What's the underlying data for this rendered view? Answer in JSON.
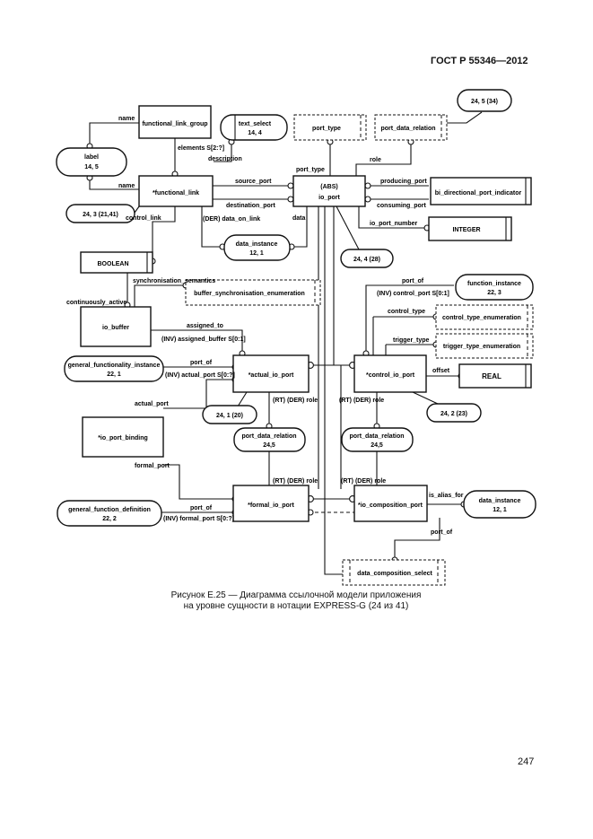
{
  "page": {
    "header": "ГОСТ Р 55346—2012",
    "caption_line1": "Рисунок Е.25 — Диаграмма ссылочной модели приложения",
    "caption_line2": "на уровне сущности в нотации EXPRESS-G (24 из 41)",
    "page_number": "247"
  },
  "entities": {
    "functional_link_group": "functional_link_group",
    "functional_link": "*functional_link",
    "io_port": "io_port",
    "io_port_abs": "(ABS)",
    "bi_directional_port_indicator": "bi_directional_port_indicator",
    "io_buffer": "io_buffer",
    "actual_io_port": "*actual_io_port",
    "control_io_port": "*control_io_port",
    "io_port_binding": "*io_port_binding",
    "formal_io_port": "*formal_io_port",
    "io_composition_port": "*io_composition_port"
  },
  "types": {
    "port_type": "port_type",
    "port_data_relation": "port_data_relation",
    "buffer_synchronisation_enumeration": "buffer_synchronisation_enumeration",
    "control_type_enumeration": "control_type_enumeration",
    "trigger_type_enumeration": "trigger_type_enumeration",
    "data_composition_select": "data_composition_select",
    "text_select": "text_select",
    "text_select_ref": "14, 4"
  },
  "simple_types": {
    "integer": "INTEGER",
    "boolean": "BOOLEAN",
    "real": "REAL"
  },
  "page_refs": {
    "label": "label",
    "label_ref": "14, 5",
    "top_right_ref": "24, 5 (34)",
    "left_ref": "24, 3 (21,41)",
    "data_instance_top": "data_instance",
    "data_instance_top_ref": "12, 1",
    "io_port_ref": "24, 4 (28)",
    "function_instance": "function_instance",
    "function_instance_ref": "22, 3",
    "general_functionality_instance": "general_functionality_instance",
    "general_functionality_instance_ref": "22, 1",
    "actual_ref": "24, 1 (20)",
    "control_ref": "24, 2 (23)",
    "port_data_relation_1": "port_data_relation",
    "port_data_relation_1_ref": "24,5",
    "port_data_relation_2": "port_data_relation",
    "port_data_relation_2_ref": "24,5",
    "general_function_definition": "general_function_definition",
    "general_function_definition_ref": "22, 2",
    "data_instance_right": "data_instance",
    "data_instance_right_ref": "12, 1"
  },
  "relations": {
    "name_1": "name",
    "name_2": "name",
    "elements": "elements S[2:?]",
    "description": "description",
    "source_port": "source_port",
    "destination_port": "destination_port",
    "control_link": "control_link",
    "der_data_on_link": "(DER) data_on_link",
    "data_1": "data",
    "port_type": "port_type",
    "role": "role",
    "producing_port": "producing_port",
    "consuming_port": "consuming_port",
    "io_port_number": "io_port_number",
    "synchronisation_semantics": "synchronisation_semantics",
    "continuously_active": "continuously_active",
    "assigned_to": "assigned_to",
    "inv_assigned_buffer": "(INV) assigned_buffer S[0:1]",
    "port_of_1": "port_of",
    "inv_actual_port": "(INV) actual_port S[0:?]",
    "actual_port": "actual_port",
    "rt_der_role_1": "(RT) (DER) role",
    "rt_der_role_2": "(RT) (DER) role",
    "formal_port": "formal_port",
    "rt_der_role_3": "(RT) (DER) role",
    "rt_der_role_4": "(RT) (DER) role",
    "port_of_2": "port_of",
    "inv_formal_port": "(INV) formal_port S[0:?]",
    "port_of_3": "port_of",
    "inv_control_port": "(INV) control_port S[0:1]",
    "control_type": "control_type",
    "trigger_type": "trigger_type",
    "offset": "offset",
    "is_alias_for": "is_alias_for",
    "port_of_4": "port_of"
  }
}
